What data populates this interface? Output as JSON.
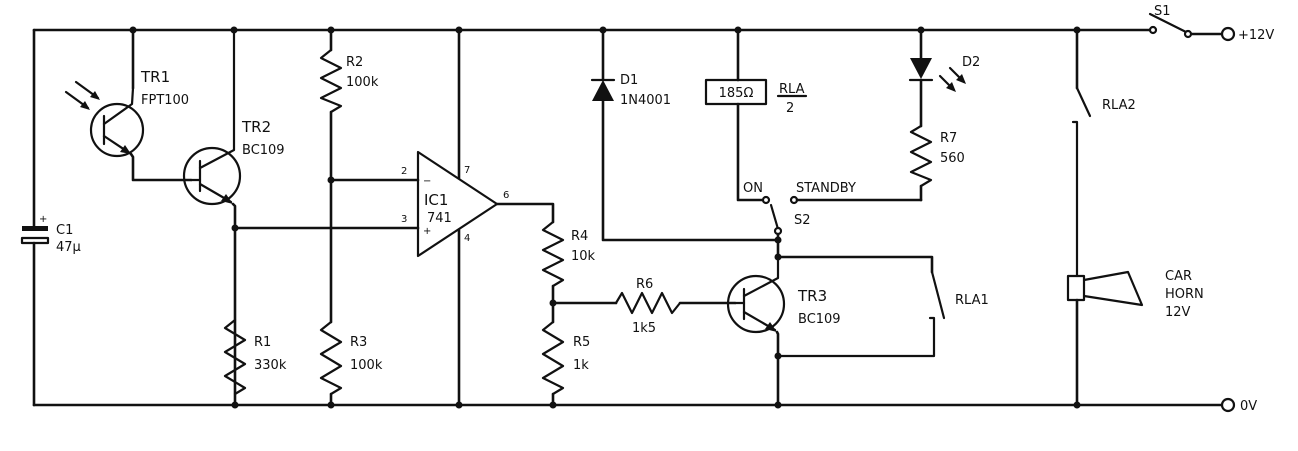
{
  "components": {
    "tr1": {
      "ref": "TR1",
      "part": "FPT100"
    },
    "tr2": {
      "ref": "TR2",
      "part": "BC109"
    },
    "tr3": {
      "ref": "TR3",
      "part": "BC109"
    },
    "r1": {
      "ref": "R1",
      "value": "330k"
    },
    "r2": {
      "ref": "R2",
      "value": "100k"
    },
    "r3": {
      "ref": "R3",
      "value": "100k"
    },
    "r4": {
      "ref": "R4",
      "value": "10k"
    },
    "r5": {
      "ref": "R5",
      "value": "1k"
    },
    "r6": {
      "ref": "R6",
      "value": "1k5"
    },
    "r7": {
      "ref": "R7",
      "value": "560"
    },
    "c1": {
      "ref": "C1",
      "value": "47µ"
    },
    "ic1": {
      "ref": "IC1",
      "part": "741",
      "pin_inv": "2",
      "pin_noninv": "3",
      "pin_out": "6",
      "pin_vplus": "7",
      "pin_vminus": "4",
      "sign_minus": "−",
      "sign_plus": "+"
    },
    "d1": {
      "ref": "D1",
      "part": "1N4001"
    },
    "d2": {
      "ref": "D2"
    },
    "rla": {
      "coil": "185Ω",
      "ref": "RLA",
      "contacts": "2"
    },
    "rla1": {
      "ref": "RLA1"
    },
    "rla2": {
      "ref": "RLA2"
    },
    "s1": {
      "ref": "S1"
    },
    "s2": {
      "ref": "S2",
      "pos_on": "ON",
      "pos_standby": "STANDBY"
    },
    "horn": {
      "line1": "CAR",
      "line2": "HORN",
      "line3": "12V"
    }
  },
  "terminals": {
    "positive": "+12V",
    "ground": "0V"
  },
  "c1_polarity": "+"
}
